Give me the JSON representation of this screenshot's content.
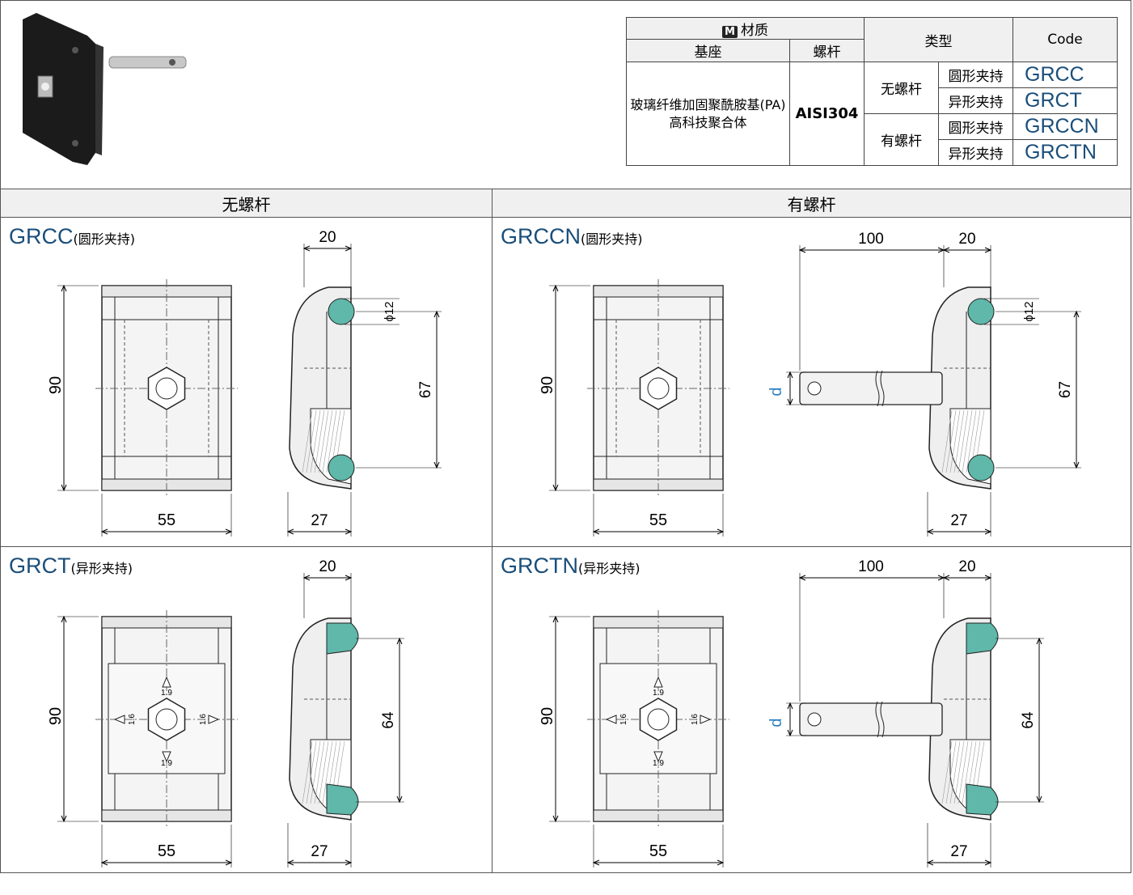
{
  "spec_table": {
    "material_header": "材质",
    "material_badge": "M",
    "col_base": "基座",
    "col_screw": "螺杆",
    "col_type": "类型",
    "col_code": "Code",
    "base_material_line1": "玻璃纤维加固聚酰胺基(PA)",
    "base_material_line2": "高科技聚合体",
    "screw_material": "AISI304",
    "types": [
      "无螺杆",
      "有螺杆"
    ],
    "rows": [
      {
        "grip": "圆形夹持",
        "code": "GRCC"
      },
      {
        "grip": "异形夹持",
        "code": "GRCT"
      },
      {
        "grip": "圆形夹持",
        "code": "GRCCN"
      },
      {
        "grip": "异形夹持",
        "code": "GRCTN"
      }
    ]
  },
  "sections": {
    "left_header": "无螺杆",
    "right_header": "有螺杆"
  },
  "drawings": [
    {
      "code": "GRCC",
      "sub": "(圆形夹持)",
      "dim_height": "90",
      "dim_width": "55",
      "dim_top": "20",
      "dim_bottom": "27",
      "dim_span": "67",
      "dim_ball": "ϕ12",
      "dim_rod": "",
      "dim_d": ""
    },
    {
      "code": "GRCCN",
      "sub": "(圆形夹持)",
      "dim_height": "90",
      "dim_width": "55",
      "dim_top": "20",
      "dim_bottom": "27",
      "dim_span": "67",
      "dim_ball": "ϕ12",
      "dim_rod": "100",
      "dim_d": "d"
    },
    {
      "code": "GRCT",
      "sub": "(异形夹持)",
      "dim_height": "90",
      "dim_width": "55",
      "dim_top": "20",
      "dim_bottom": "27",
      "dim_span": "64",
      "dim_ball": "",
      "dim_rod": "",
      "dim_d": "",
      "marks": [
        "1.9",
        "1.9",
        "1.6",
        "1.6"
      ]
    },
    {
      "code": "GRCTN",
      "sub": "(异形夹持)",
      "dim_height": "90",
      "dim_width": "55",
      "dim_top": "20",
      "dim_bottom": "27",
      "dim_span": "64",
      "dim_ball": "",
      "dim_rod": "100",
      "dim_d": "d",
      "marks": [
        "1.9",
        "1.9",
        "1.6",
        "1.6"
      ]
    }
  ],
  "colors": {
    "code_blue": "#1a4e7a",
    "grip_teal": "#5fb8a9",
    "dim_blue": "#2a7fc0"
  }
}
